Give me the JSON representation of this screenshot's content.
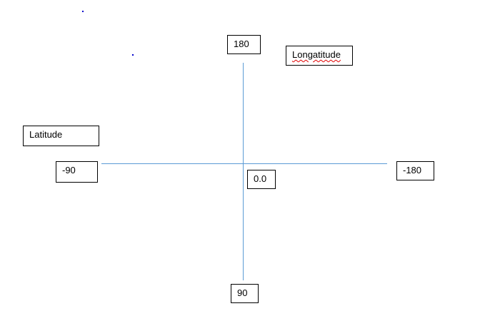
{
  "diagram": {
    "labels": {
      "top_value": "180",
      "longitude_label": "Longatitude",
      "latitude_label": "Latitude",
      "left_value": "-90",
      "right_value": "-180",
      "origin_value": "0.0",
      "bottom_value": "90"
    },
    "colors": {
      "axis": "#5b9bd5",
      "box_border": "#000000",
      "spellcheck_underline": "#e00000",
      "stray_dots": "#0000cc"
    }
  }
}
